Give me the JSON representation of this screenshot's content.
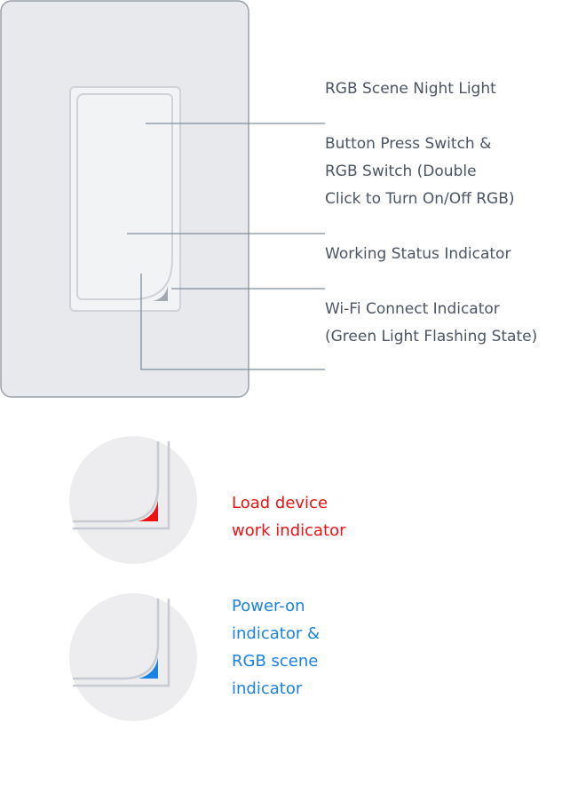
{
  "callouts": [
    {
      "id": "rgb-scene-night-light",
      "lines": [
        "RGB Scene Night Light"
      ]
    },
    {
      "id": "button-press-switch",
      "lines": [
        "Button Press Switch &",
        "RGB Switch (Double",
        "Click to Turn On/Off RGB)"
      ]
    },
    {
      "id": "working-status-indicator",
      "lines": [
        "Working Status Indicator"
      ]
    },
    {
      "id": "wifi-connect-indicator",
      "lines": [
        "Wi-Fi Connect Indicator",
        "(Green Light Flashing State)"
      ]
    }
  ],
  "indicators": [
    {
      "id": "load-device-work-indicator",
      "color": "#ee1111",
      "lines": [
        "Load device",
        "work indicator"
      ]
    },
    {
      "id": "power-on-rgb-scene-indicator",
      "color": "#1a82e2",
      "lines": [
        "Power-on",
        "indicator &",
        "RGB scene",
        "indicator"
      ]
    }
  ],
  "colors": {
    "plate_fill": "#e8e9ed",
    "plate_stroke": "#9aa0aa",
    "rocker_fill": "#f2f3f5",
    "leader_line": "#7f8c99",
    "text": "#4b5563",
    "corner_marker": "#a3a8b2",
    "magnifier_fill": "#ededef"
  }
}
